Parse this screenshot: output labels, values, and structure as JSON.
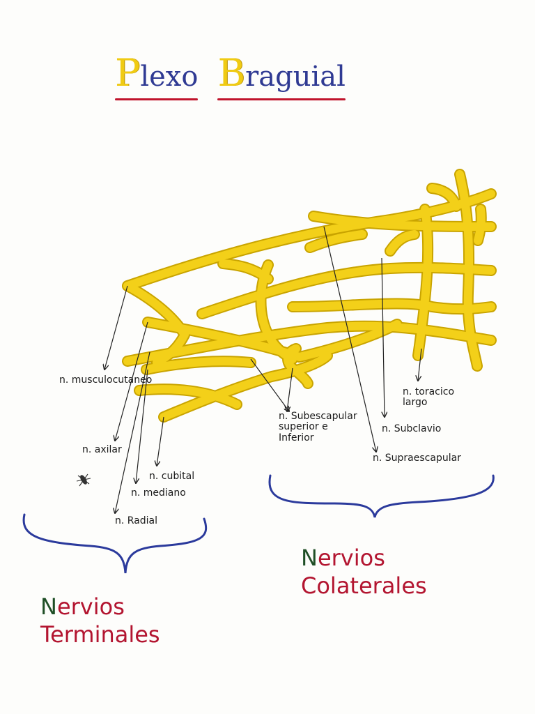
{
  "title": {
    "word1": {
      "cap": "P",
      "rest": "lexo"
    },
    "word2": {
      "cap": "B",
      "rest": "raguial"
    }
  },
  "labels": {
    "musculocutaneo": "n. musculocutaneo",
    "axilar": "n. axilar",
    "cubital": "n. cubital",
    "mediano": "n. mediano",
    "radial": "n. Radial",
    "subescapular_sup_inf": "n. Subescapular\nsuperior e\nInferior",
    "subclavio": "n. Subclavio",
    "supraescapular": "n. Supraescapular",
    "toracico_largo": "n. toracico\nlargo"
  },
  "groups": {
    "terminales": {
      "first": "N",
      "line1": "ervios",
      "line2": "Terminales"
    },
    "colaterales": {
      "first": "N",
      "line1": "ervios",
      "line2": "Colaterales"
    }
  },
  "colors": {
    "nerve": "#f3d019",
    "nerve_edge": "#c9a400",
    "bracket": "#2b3a9c",
    "title_cap": "#f0cb13",
    "title_rest": "#2f3a93",
    "underline": "#c0142c",
    "group_first": "#1f4f26",
    "group_rest": "#b31530"
  }
}
